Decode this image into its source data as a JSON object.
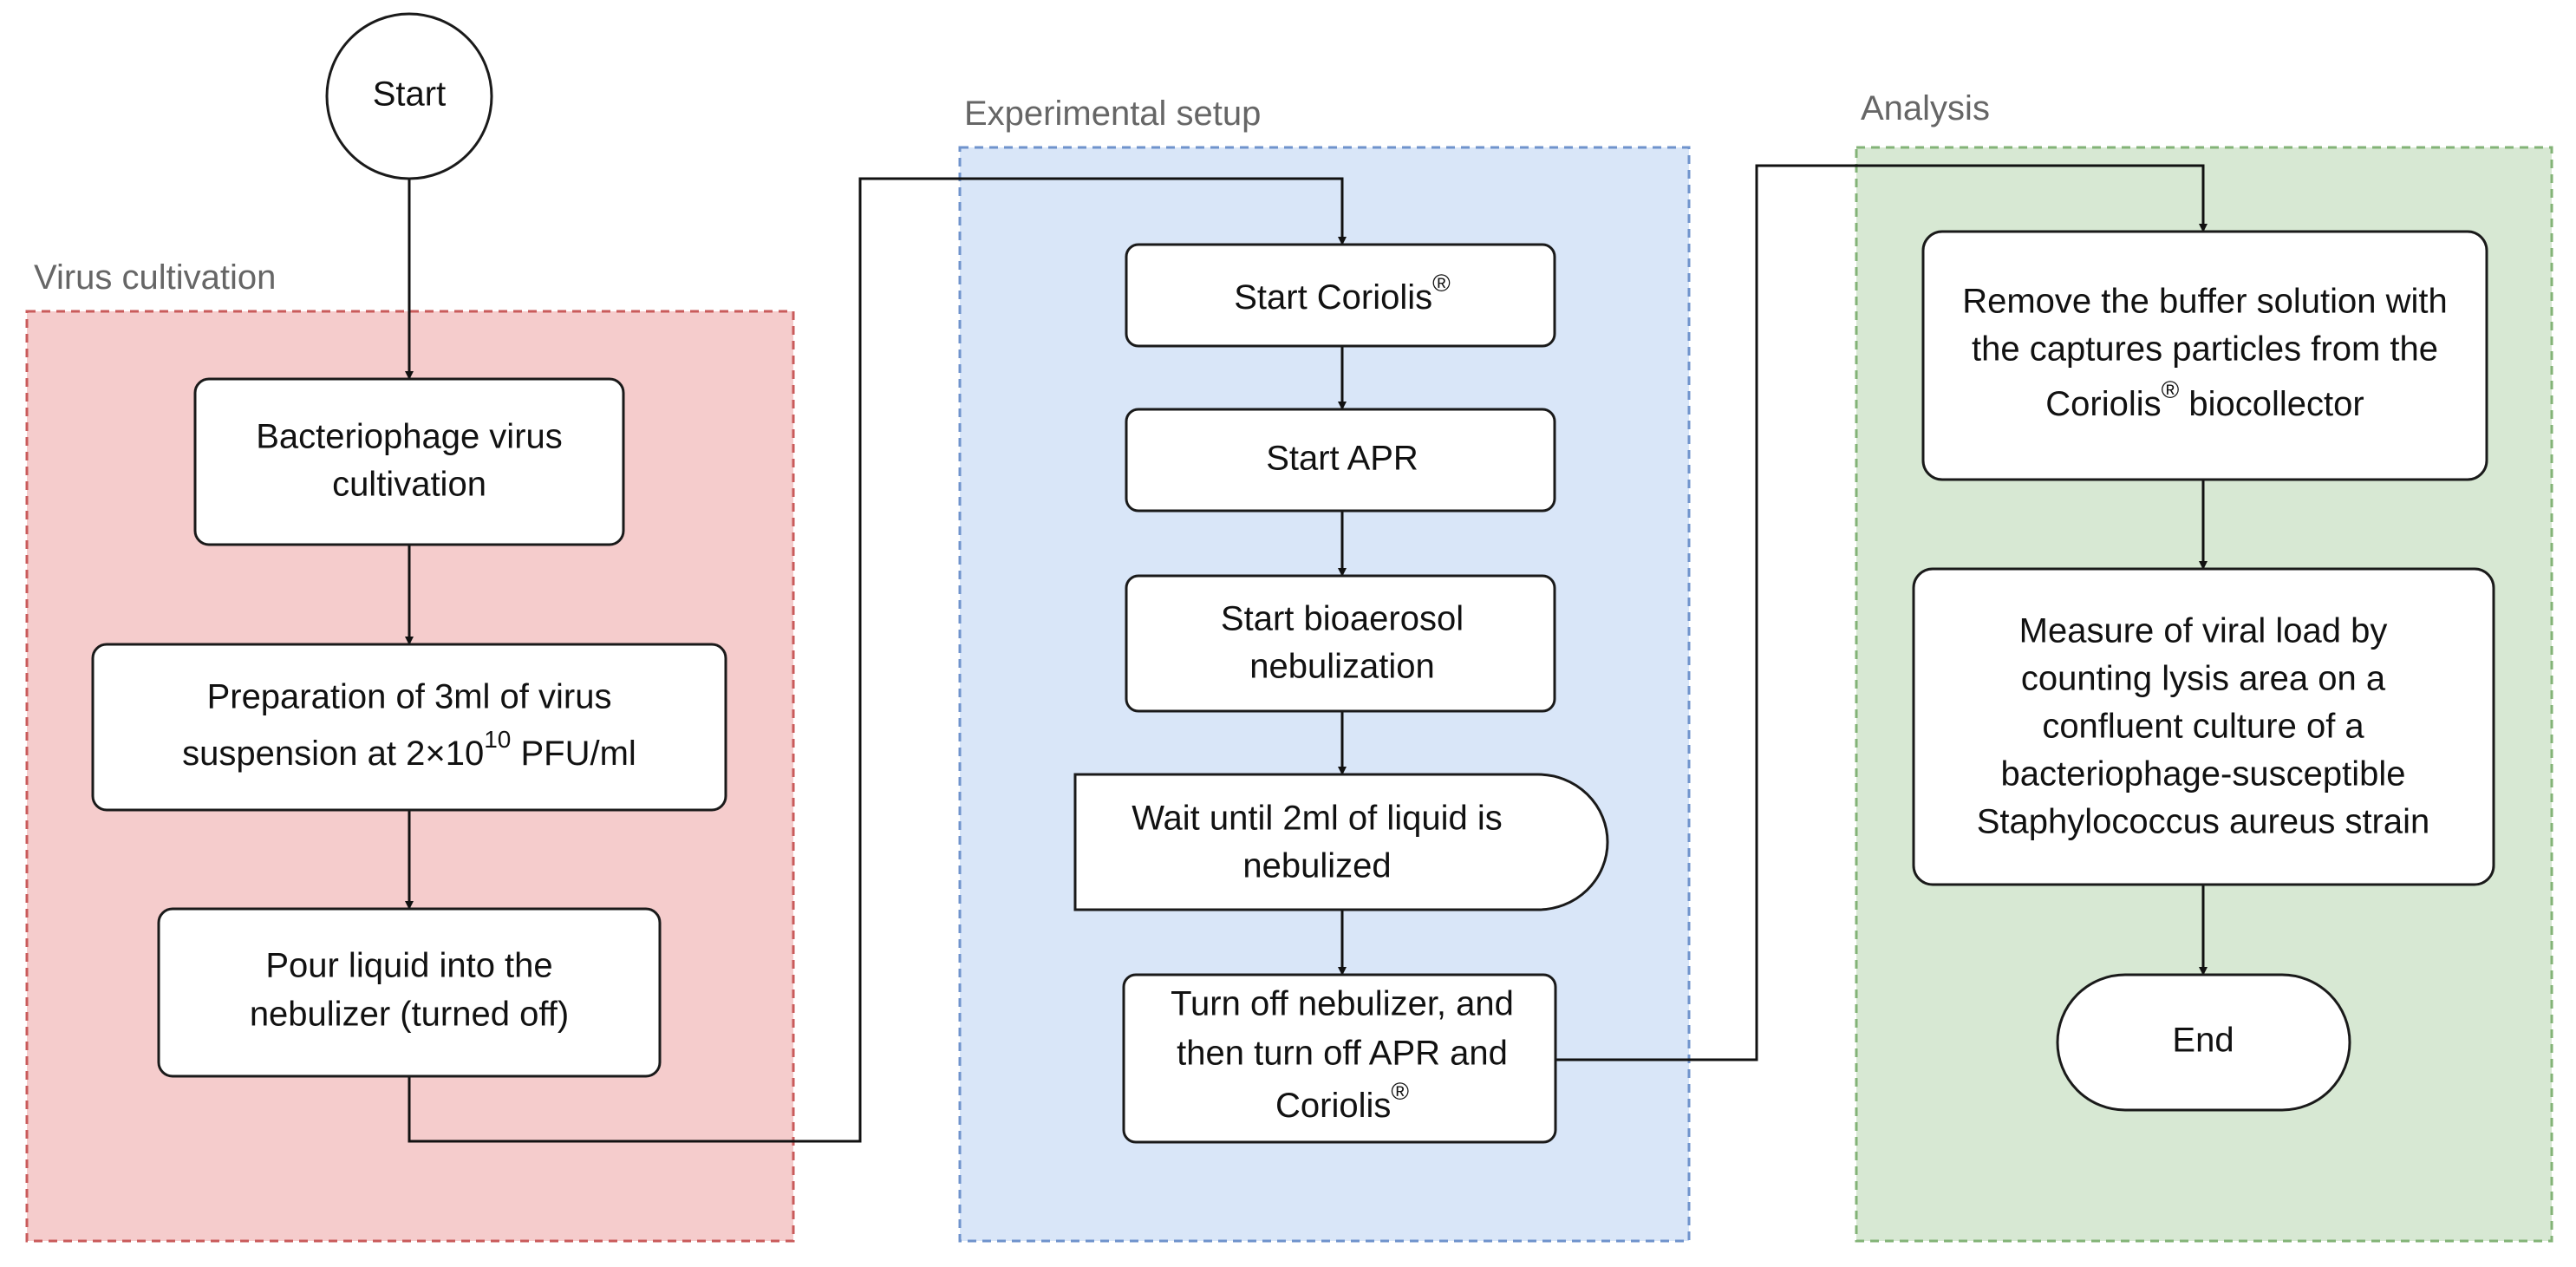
{
  "colors": {
    "virus_fill": "#f5cccc",
    "virus_border": "#c95b5b",
    "setup_fill": "#d9e6f8",
    "setup_border": "#6f93cc",
    "analysis_fill": "#d7e8d3",
    "analysis_border": "#83b377"
  },
  "groups": {
    "virus": "Virus cultivation",
    "setup": "Experimental setup",
    "analysis": "Analysis"
  },
  "nodes": {
    "start": "Start",
    "cultivation": {
      "line1": "Bacteriophage virus",
      "line2": "cultivation"
    },
    "preparation": {
      "line1": "Preparation of 3ml of virus",
      "line2a": "suspension at 2×10",
      "sup": "10",
      "line2b": " PFU/ml"
    },
    "pour": {
      "line1": "Pour liquid into the",
      "line2": "nebulizer (turned off)"
    },
    "start_coriolis": {
      "text": "Start Coriolis",
      "sup": "®"
    },
    "start_apr": "Start  APR",
    "start_bioaerosol": {
      "line1": "Start  bioaerosol",
      "line2": "nebulization"
    },
    "wait": {
      "line1": "Wait until 2ml of liquid is",
      "line2": "nebulized"
    },
    "turn_off": {
      "line1": "Turn off nebulizer, and",
      "line2": "then turn off APR and",
      "line3": "Coriolis",
      "sup": "®"
    },
    "remove": {
      "line1": "Remove the buffer solution with",
      "line2": "the captures particles from the",
      "line3a": "Coriolis",
      "sup": "®",
      "line3b": " biocollector"
    },
    "measure": {
      "line1": "Measure of viral load by",
      "line2": "counting lysis area on a",
      "line3": "confluent culture of a",
      "line4": "bacteriophage-susceptible",
      "line5": "Staphylococcus aureus strain"
    },
    "end": "End"
  }
}
